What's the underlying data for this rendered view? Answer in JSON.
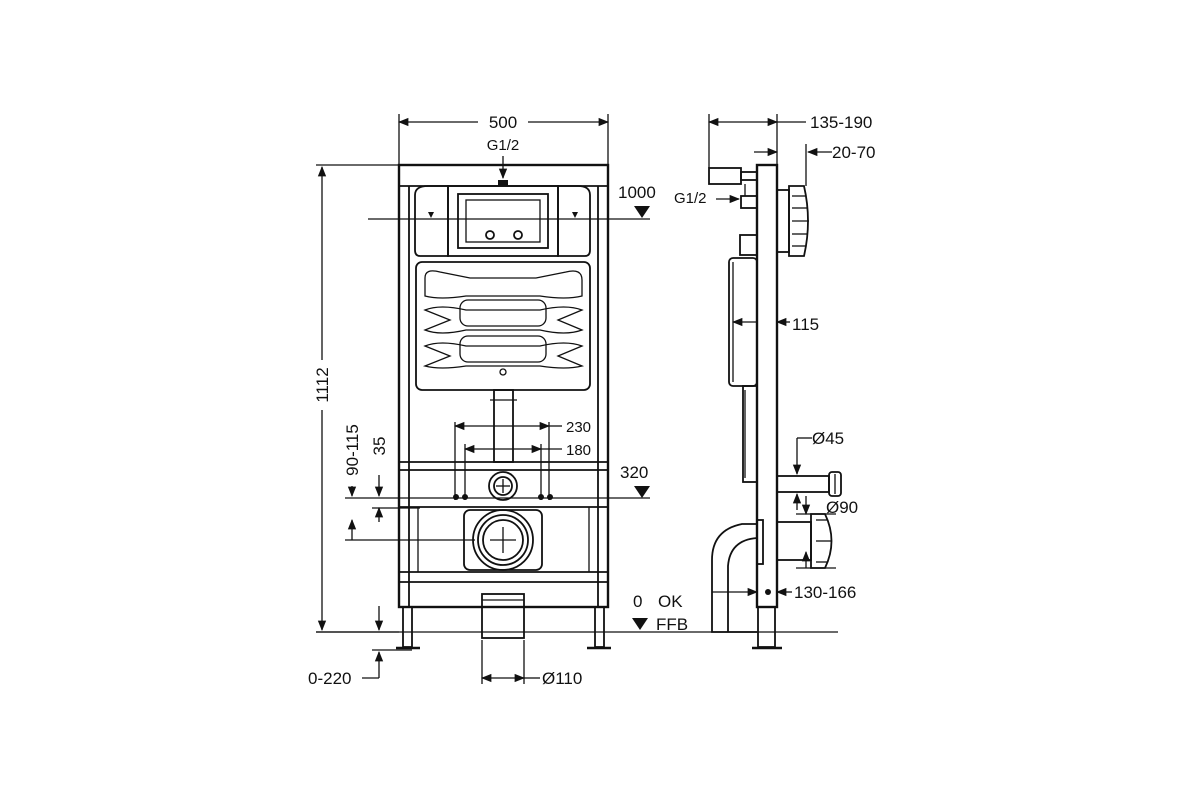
{
  "front_view": {
    "width_label": "500",
    "inlet_label": "G1/2",
    "height_label": "1112",
    "flush_level_label": "1000",
    "pipe_spacing_outer_label": "230",
    "pipe_spacing_inner_label": "180",
    "fixing_level_label": "320",
    "side_offset_label": "90-115",
    "bolt_offset_label": "35",
    "foot_adjust_label": "0-220",
    "drain_diameter_label": "Ø110",
    "floor_level_value": "0",
    "floor_level_ok": "OK",
    "floor_level_ffb": "FFB"
  },
  "side_view": {
    "depth_label": "135-190",
    "plate_offset_label": "20-70",
    "inlet_label": "G1/2",
    "cistern_depth_label": "115",
    "supply_diameter_label": "Ø45",
    "drain_diameter_label": "Ø90",
    "bend_offset_label": "130-166"
  },
  "colors": {
    "line": "#111111",
    "background": "#ffffff"
  }
}
